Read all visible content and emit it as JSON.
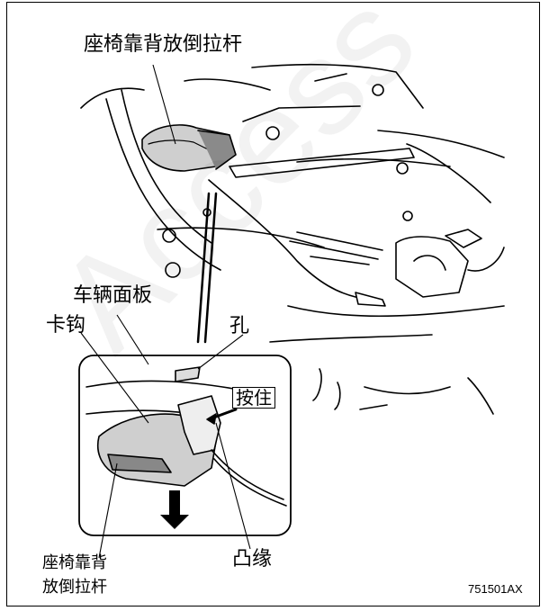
{
  "labels": {
    "title_lever": "座椅靠背放倒拉杆",
    "vehicle_panel": "车辆面板",
    "hook": "卡钩",
    "hole": "孔",
    "press": "按住",
    "lever_line1": "座椅靠背",
    "lever_line2": "放倒拉杆",
    "flange": "凸缘"
  },
  "figure_code": "751501AX",
  "watermark": "Access",
  "colors": {
    "stroke": "#000000",
    "background": "#ffffff",
    "part_fill": "#cccccc",
    "part_dark": "#777777"
  }
}
